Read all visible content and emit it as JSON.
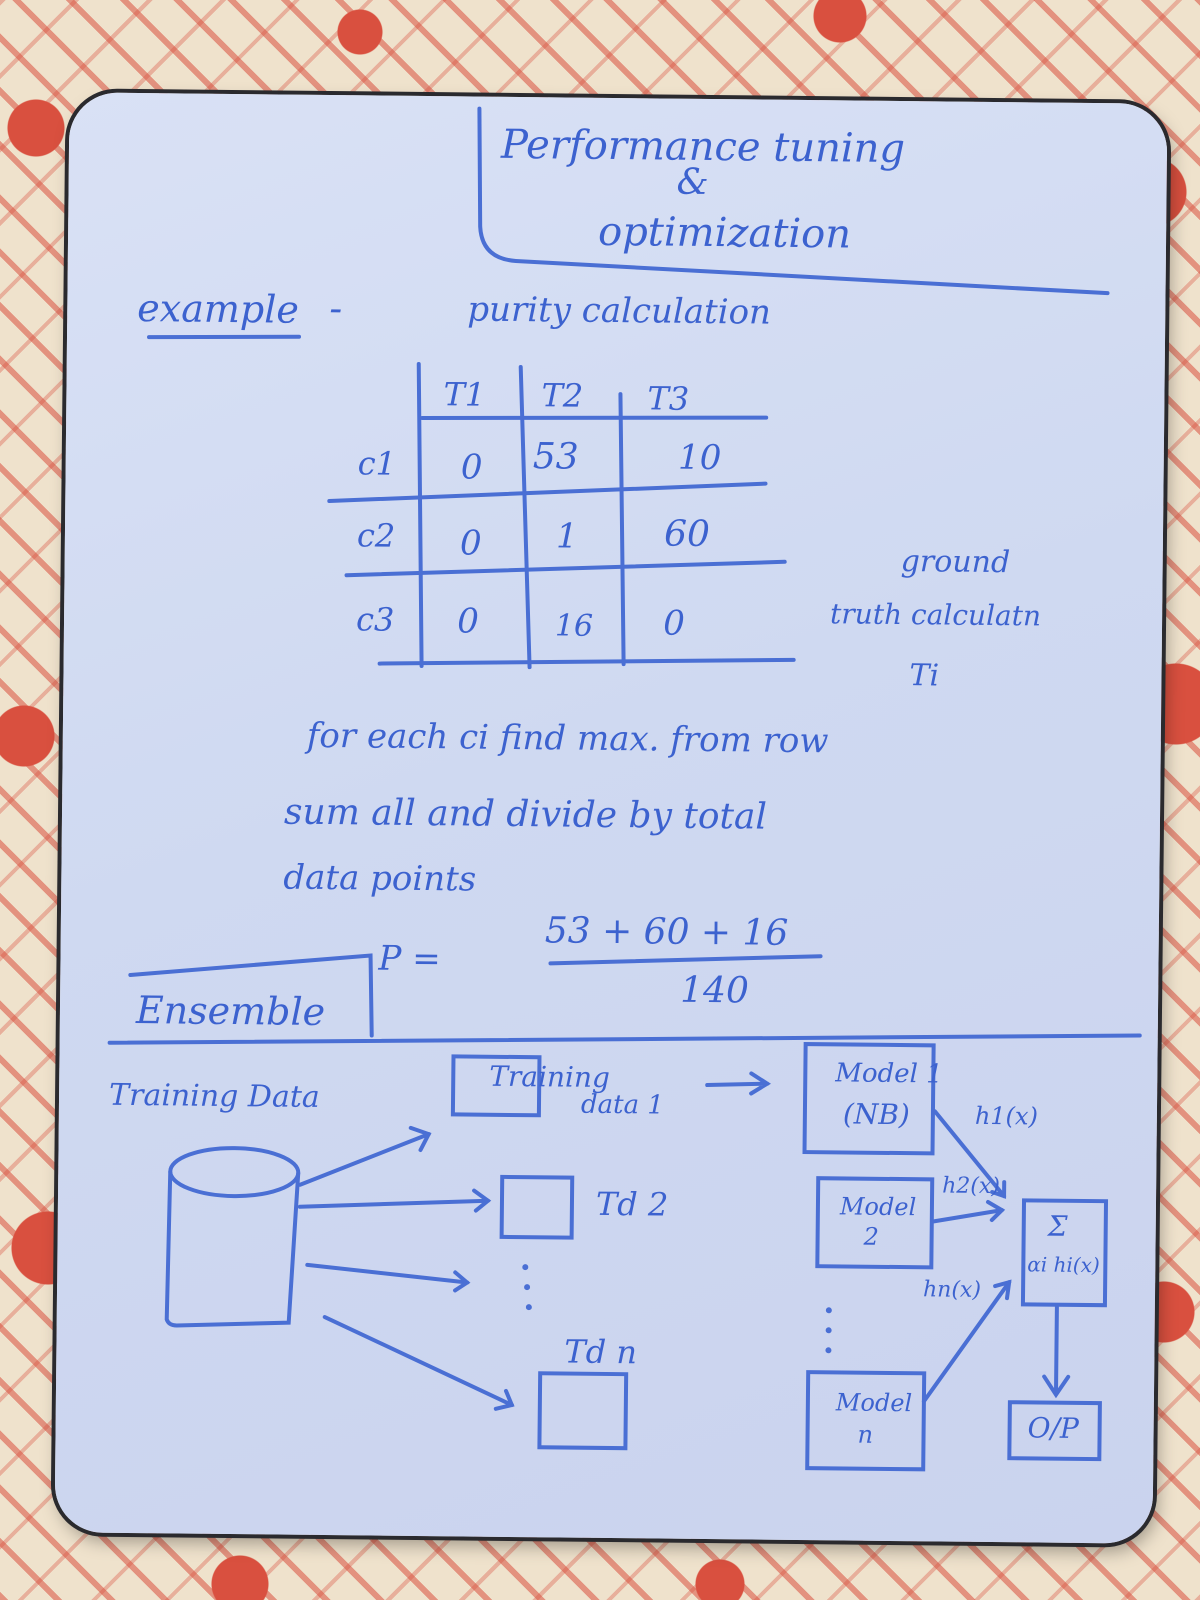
{
  "title": {
    "line1": "Performance tuning",
    "amp": "&",
    "line2": "optimization"
  },
  "example": {
    "label": "example",
    "dash": "-",
    "topic": "purity calculation"
  },
  "table": {
    "columns": [
      "T1",
      "T2",
      "T3"
    ],
    "rows": [
      {
        "label": "c1",
        "values": [
          "0",
          "53",
          "10"
        ]
      },
      {
        "label": "c2",
        "values": [
          "0",
          "1",
          "60"
        ]
      },
      {
        "label": "c3",
        "values": [
          "0",
          "16",
          "0"
        ]
      }
    ]
  },
  "note": {
    "line1": "ground",
    "line2": "truth calculatn",
    "line3": "Ti"
  },
  "instructions": {
    "line1": "for each ci  find  max. from row",
    "line2": "sum  all  and  divide  by total",
    "line3": "data points"
  },
  "formula": {
    "lhs": "P =",
    "numerator": "53 + 60 + 16",
    "denominator": "140"
  },
  "ensemble": {
    "label": "Ensemble",
    "training_data": "Training Data",
    "td1_line1": "Training",
    "td1_line2": "data 1",
    "td2": "Td 2",
    "tdn": "Td n",
    "model1_line1": "Model 1",
    "model1_line2": "(NB)",
    "model2_line1": "Model",
    "model2_line2": "2",
    "modeln_line1": "Model",
    "modeln_line2": "n",
    "h1": "h1(x)",
    "h2": "h2(x)",
    "hn": "hn(x)",
    "sum_line1": "Σ",
    "sum_line2": "αi hi(x)",
    "output": "O/P"
  },
  "colors": {
    "ink": "#3c62cf",
    "board": "#d3dcf3",
    "cloth_red": "#d9503f",
    "cloth_cream": "#efe2cc"
  }
}
